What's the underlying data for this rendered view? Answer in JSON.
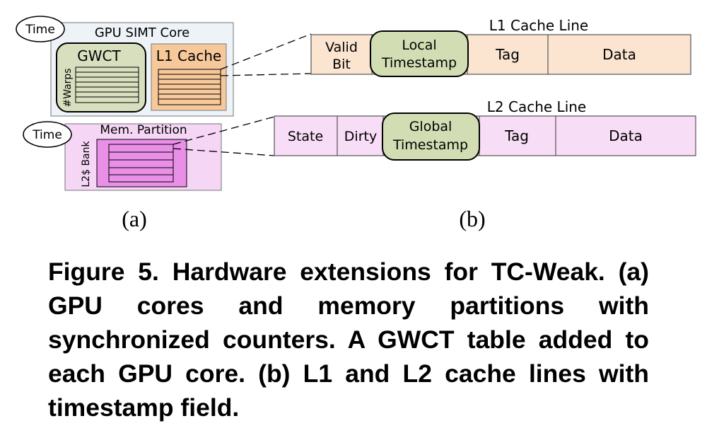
{
  "panel_a": {
    "time_label_top": "Time",
    "time_label_bottom": "Time",
    "core_title": "GPU SIMT Core",
    "gwct_label": "GWCT",
    "warps_label": "#Warps",
    "l1_label": "L1 Cache",
    "partition_title": "Mem. Partition",
    "bank_label": "L2$ Bank",
    "sublabel": "(a)"
  },
  "panel_b": {
    "l1_title": "L1 Cache Line",
    "l1_fields": {
      "valid_line1": "Valid",
      "valid_line2": "Bit",
      "ts_line1": "Local",
      "ts_line2": "Timestamp",
      "tag": "Tag",
      "data": "Data"
    },
    "l2_title": "L2 Cache Line",
    "l2_fields": {
      "state": "State",
      "dirty": "Dirty",
      "ts_line1": "Global",
      "ts_line2": "Timestamp",
      "tag": "Tag",
      "data": "Data"
    },
    "sublabel": "(b)"
  },
  "colors": {
    "core_fill": "#eef3f8",
    "gwct_fill": "#d7dfbf",
    "l1_fill": "#f7c89a",
    "l1_line_fill": "#fbe4d0",
    "partition_fill": "#f5d7f5",
    "bank_fill": "#e98fe8",
    "l2_line_fill": "#f8ddf6",
    "timestamp_fill": "#d2ddb3"
  },
  "caption": {
    "label": "Figure 5.",
    "text": "Hardware extensions for TC-Weak. (a) GPU cores and memory partitions with synchronized counters. A GWCT table added to each GPU core. (b) L1 and L2 cache lines with timestamp field."
  }
}
